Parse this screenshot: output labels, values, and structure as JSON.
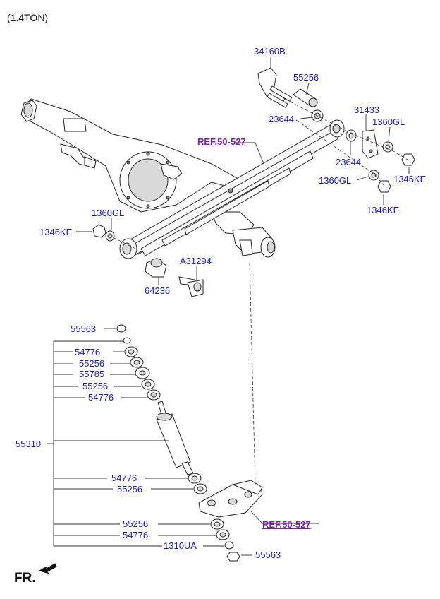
{
  "variant": "(1.4TON)",
  "front_marker": "FR.",
  "refs": {
    "spring_ref": "REF.50-527",
    "bracket_ref": "REF.50-527"
  },
  "parts": {
    "p34160B": "34160B",
    "p55256_top": "55256",
    "p23644_a": "23644",
    "p31433": "31433",
    "p1360GL_a": "1360GL",
    "p23644_b": "23644",
    "p1346KE_a": "1346KE",
    "p1360GL_b": "1360GL",
    "p1346KE_b": "1346KE",
    "p1360GL_c": "1360GL",
    "p1346KE_c": "1346KE",
    "pA31294": "A31294",
    "p64236": "64236",
    "p55563_top": "55563",
    "p54776_1": "54776",
    "p55256_1": "55256",
    "p55785": "55785",
    "p55256_2": "55256",
    "p54776_2": "54776",
    "p55310": "55310",
    "p54776_3": "54776",
    "p55256_3": "55256",
    "p55256_4": "55256",
    "p54776_4": "54776",
    "p1310UA": "1310UA",
    "p55563_bottom": "55563"
  },
  "colors": {
    "part_number": "#1a1aa6",
    "reference": "#7a1fa8",
    "line_art": "#222222"
  },
  "icons": [
    "front-arrow-icon"
  ]
}
